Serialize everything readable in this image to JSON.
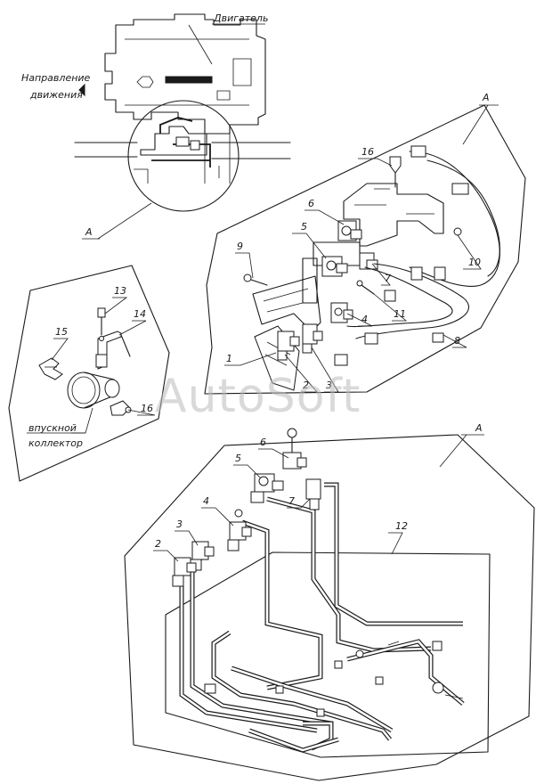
{
  "labels": {
    "engine": "Двигатель",
    "direction_line1": "Направление",
    "direction_line2": "движения",
    "intake_line1": "впускной",
    "intake_line2": "коллектор",
    "view_a_1": "A",
    "view_a_2": "A",
    "view_a_3": "A"
  },
  "callouts_top_view": [
    "16",
    "6",
    "5",
    "9",
    "7",
    "10",
    "11",
    "4",
    "8",
    "1",
    "2",
    "3"
  ],
  "callouts_left_detail": [
    "13",
    "14",
    "15",
    "16"
  ],
  "callouts_bottom_view": [
    "6",
    "5",
    "7",
    "4",
    "3",
    "2",
    "12"
  ],
  "watermark": "AutoSoft"
}
